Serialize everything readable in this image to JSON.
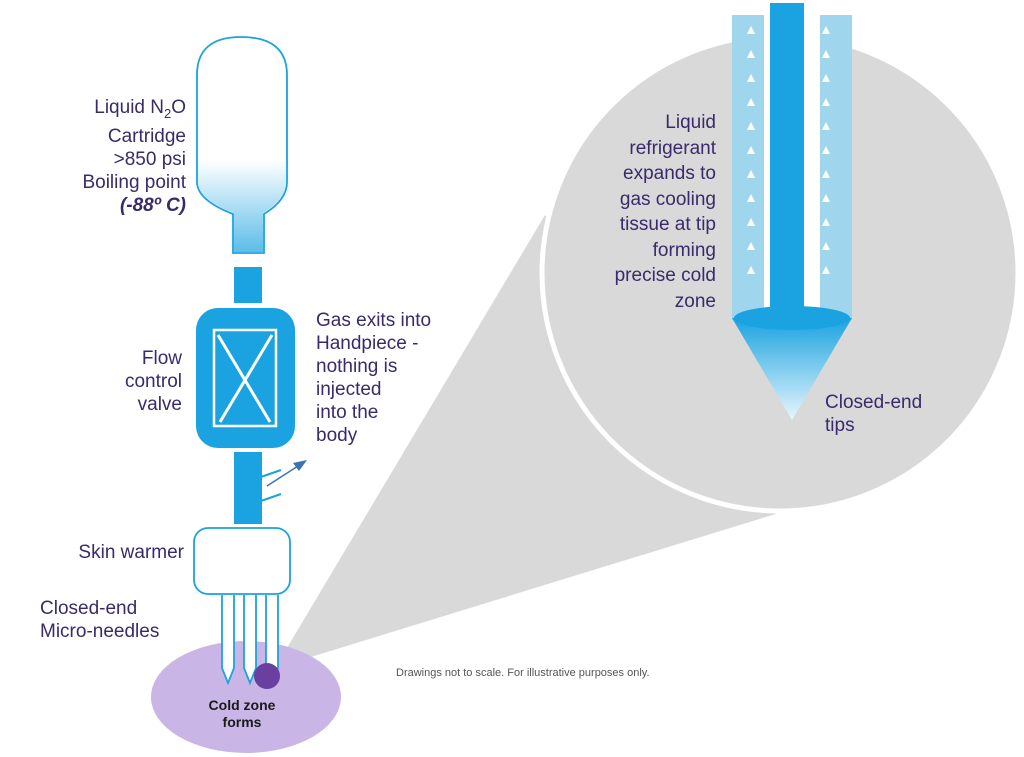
{
  "diagram": {
    "labels": {
      "cartridge": {
        "line1_main": "Liquid N",
        "line1_sub": "2",
        "line1_end": "O",
        "line2": "Cartridge",
        "line3": ">850 psi",
        "line4": "Boiling point",
        "line5": "(-88º C)"
      },
      "flow_valve": [
        "Flow",
        "control",
        "valve"
      ],
      "gas_exit": [
        "Gas exits into",
        "Handpiece -",
        "nothing is",
        "injected",
        "into the",
        "body"
      ],
      "skin_warmer": "Skin warmer",
      "micro_needles": [
        "Closed-end",
        "Micro-needles"
      ],
      "cold_zone": [
        "Cold zone",
        "forms"
      ],
      "refrigerant": [
        "Liquid",
        "refrigerant",
        "expands to",
        "gas cooling",
        "tissue at tip",
        "forming",
        "precise cold",
        "zone"
      ],
      "closed_end_tips": [
        "Closed-end",
        "tips"
      ],
      "disclaimer": "Drawings not to scale. For illustrative purposes only."
    },
    "colors": {
      "blue": "#1aa3e0",
      "light_blue": "#9fd6ee",
      "purple_label": "#3a2a6b",
      "lavender": "#c9b6e6",
      "dark_purple": "#6a3fa0",
      "grey": "#d9d9d9"
    }
  }
}
